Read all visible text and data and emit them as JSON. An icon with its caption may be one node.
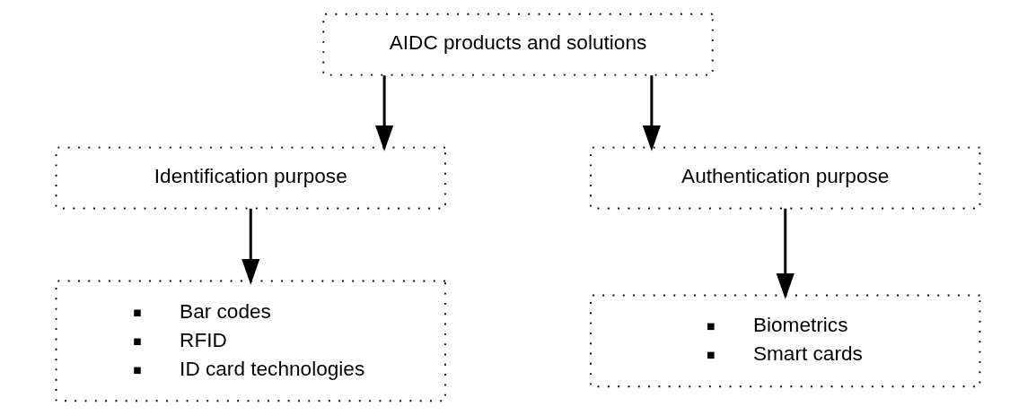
{
  "diagram": {
    "nodes": [
      {
        "text": [
          "AIDC products and solutions"
        ]
      },
      {
        "text": [
          "Identification purpose"
        ]
      },
      {
        "text": [
          "Authentication purpose"
        ]
      },
      {
        "text": [
          "Bar codes",
          "RFID",
          "ID card technologies"
        ]
      },
      {
        "text": [
          "Biometrics",
          "Smart cards"
        ]
      }
    ],
    "edges": [
      {
        "from": 0,
        "to": 1,
        "arrow": "to"
      },
      {
        "from": 0,
        "to": 2,
        "arrow": "to"
      },
      {
        "from": 1,
        "to": 3,
        "arrow": "to"
      },
      {
        "from": 2,
        "to": 4,
        "arrow": "to"
      }
    ]
  }
}
